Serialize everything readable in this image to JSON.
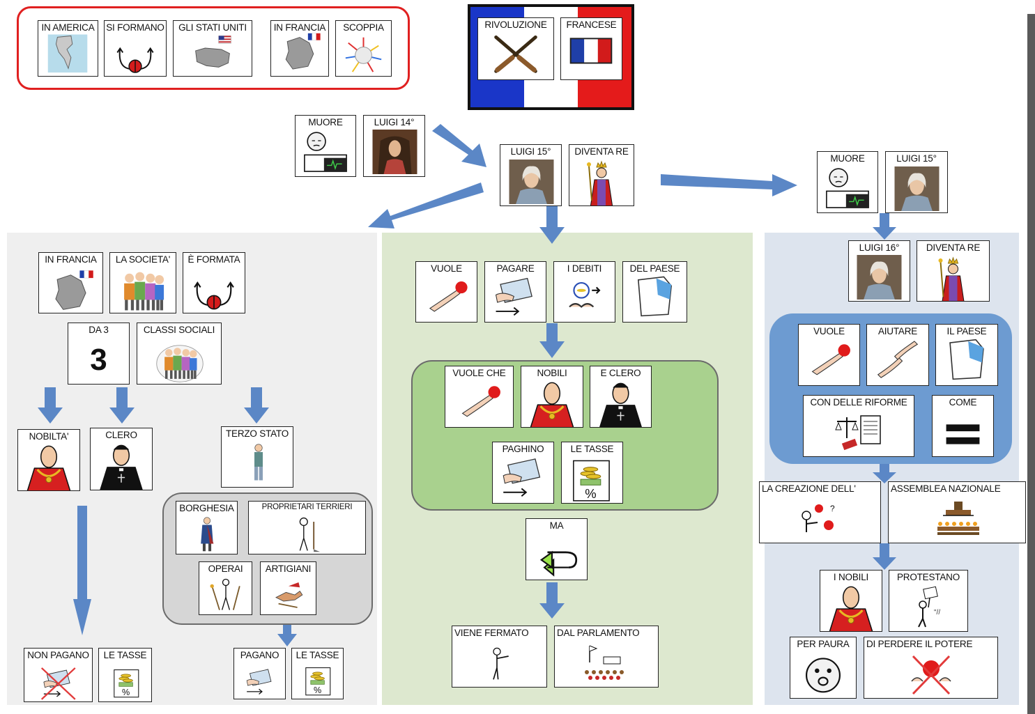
{
  "intro": [
    "IN AMERICA",
    "SI FORMANO",
    "GLI STATI UNITI",
    "IN FRANCIA",
    "SCOPPIA"
  ],
  "title": [
    "RIVOLUZIONE",
    "FRANCESE"
  ],
  "top": {
    "muore1": "MUORE",
    "luigi14": "LUIGI 14°",
    "luigi15": "LUIGI 15°",
    "diventa1": "DIVENTA RE",
    "muore2": "MUORE",
    "luigi15b": "LUIGI 15°"
  },
  "left": {
    "row1": [
      "IN FRANCIA",
      "LA SOCIETA'",
      "È FORMATA"
    ],
    "da3": "DA 3",
    "three": "3",
    "classi": "CLASSI SOCIALI",
    "nobilta": "NOBILTA'",
    "clero": "CLERO",
    "terzo": "TERZO STATO",
    "borghesia": "BORGHESIA",
    "proprietari": "PROPRIETARI TERRIERI",
    "operai": "OPERAI",
    "artigiani": "ARTIGIANI",
    "nonpagano": "NON PAGANO",
    "letasse1": "LE TASSE",
    "pagano": "PAGANO",
    "letasse2": "LE TASSE"
  },
  "middle": {
    "row1": [
      "VUOLE",
      "PAGARE",
      "I DEBITI",
      "DEL PAESE"
    ],
    "row2": [
      "VUOLE CHE",
      "NOBILI",
      "E CLERO"
    ],
    "row3": [
      "PAGHINO",
      "LE TASSE"
    ],
    "ma": "MA",
    "row4": [
      "VIENE FERMATO",
      "DAL PARLAMENTO"
    ]
  },
  "right": {
    "luigi16": "LUIGI 16°",
    "diventa2": "DIVENTA RE",
    "row1": [
      "VUOLE",
      "AIUTARE",
      "IL PAESE"
    ],
    "riforme": "CON DELLE RIFORME",
    "come": "COME",
    "creazione": "LA CREAZIONE DELL'",
    "assemblea": "ASSEMBLEA NAZIONALE",
    "nobili": "I NOBILI",
    "protestano": "PROTESTANO",
    "paura": "PER PAURA",
    "perdere": "DI PERDERE IL POTERE"
  },
  "colors": {
    "arrow": "#5b87c6",
    "left_panel": "#efefef",
    "mid_panel": "#dde8cf",
    "right_panel": "#dde4ee",
    "green_box": "#a9d18e",
    "blue_box": "#6d9bd1",
    "gray_box": "#d6d6d6",
    "red_border": "#e02020"
  }
}
